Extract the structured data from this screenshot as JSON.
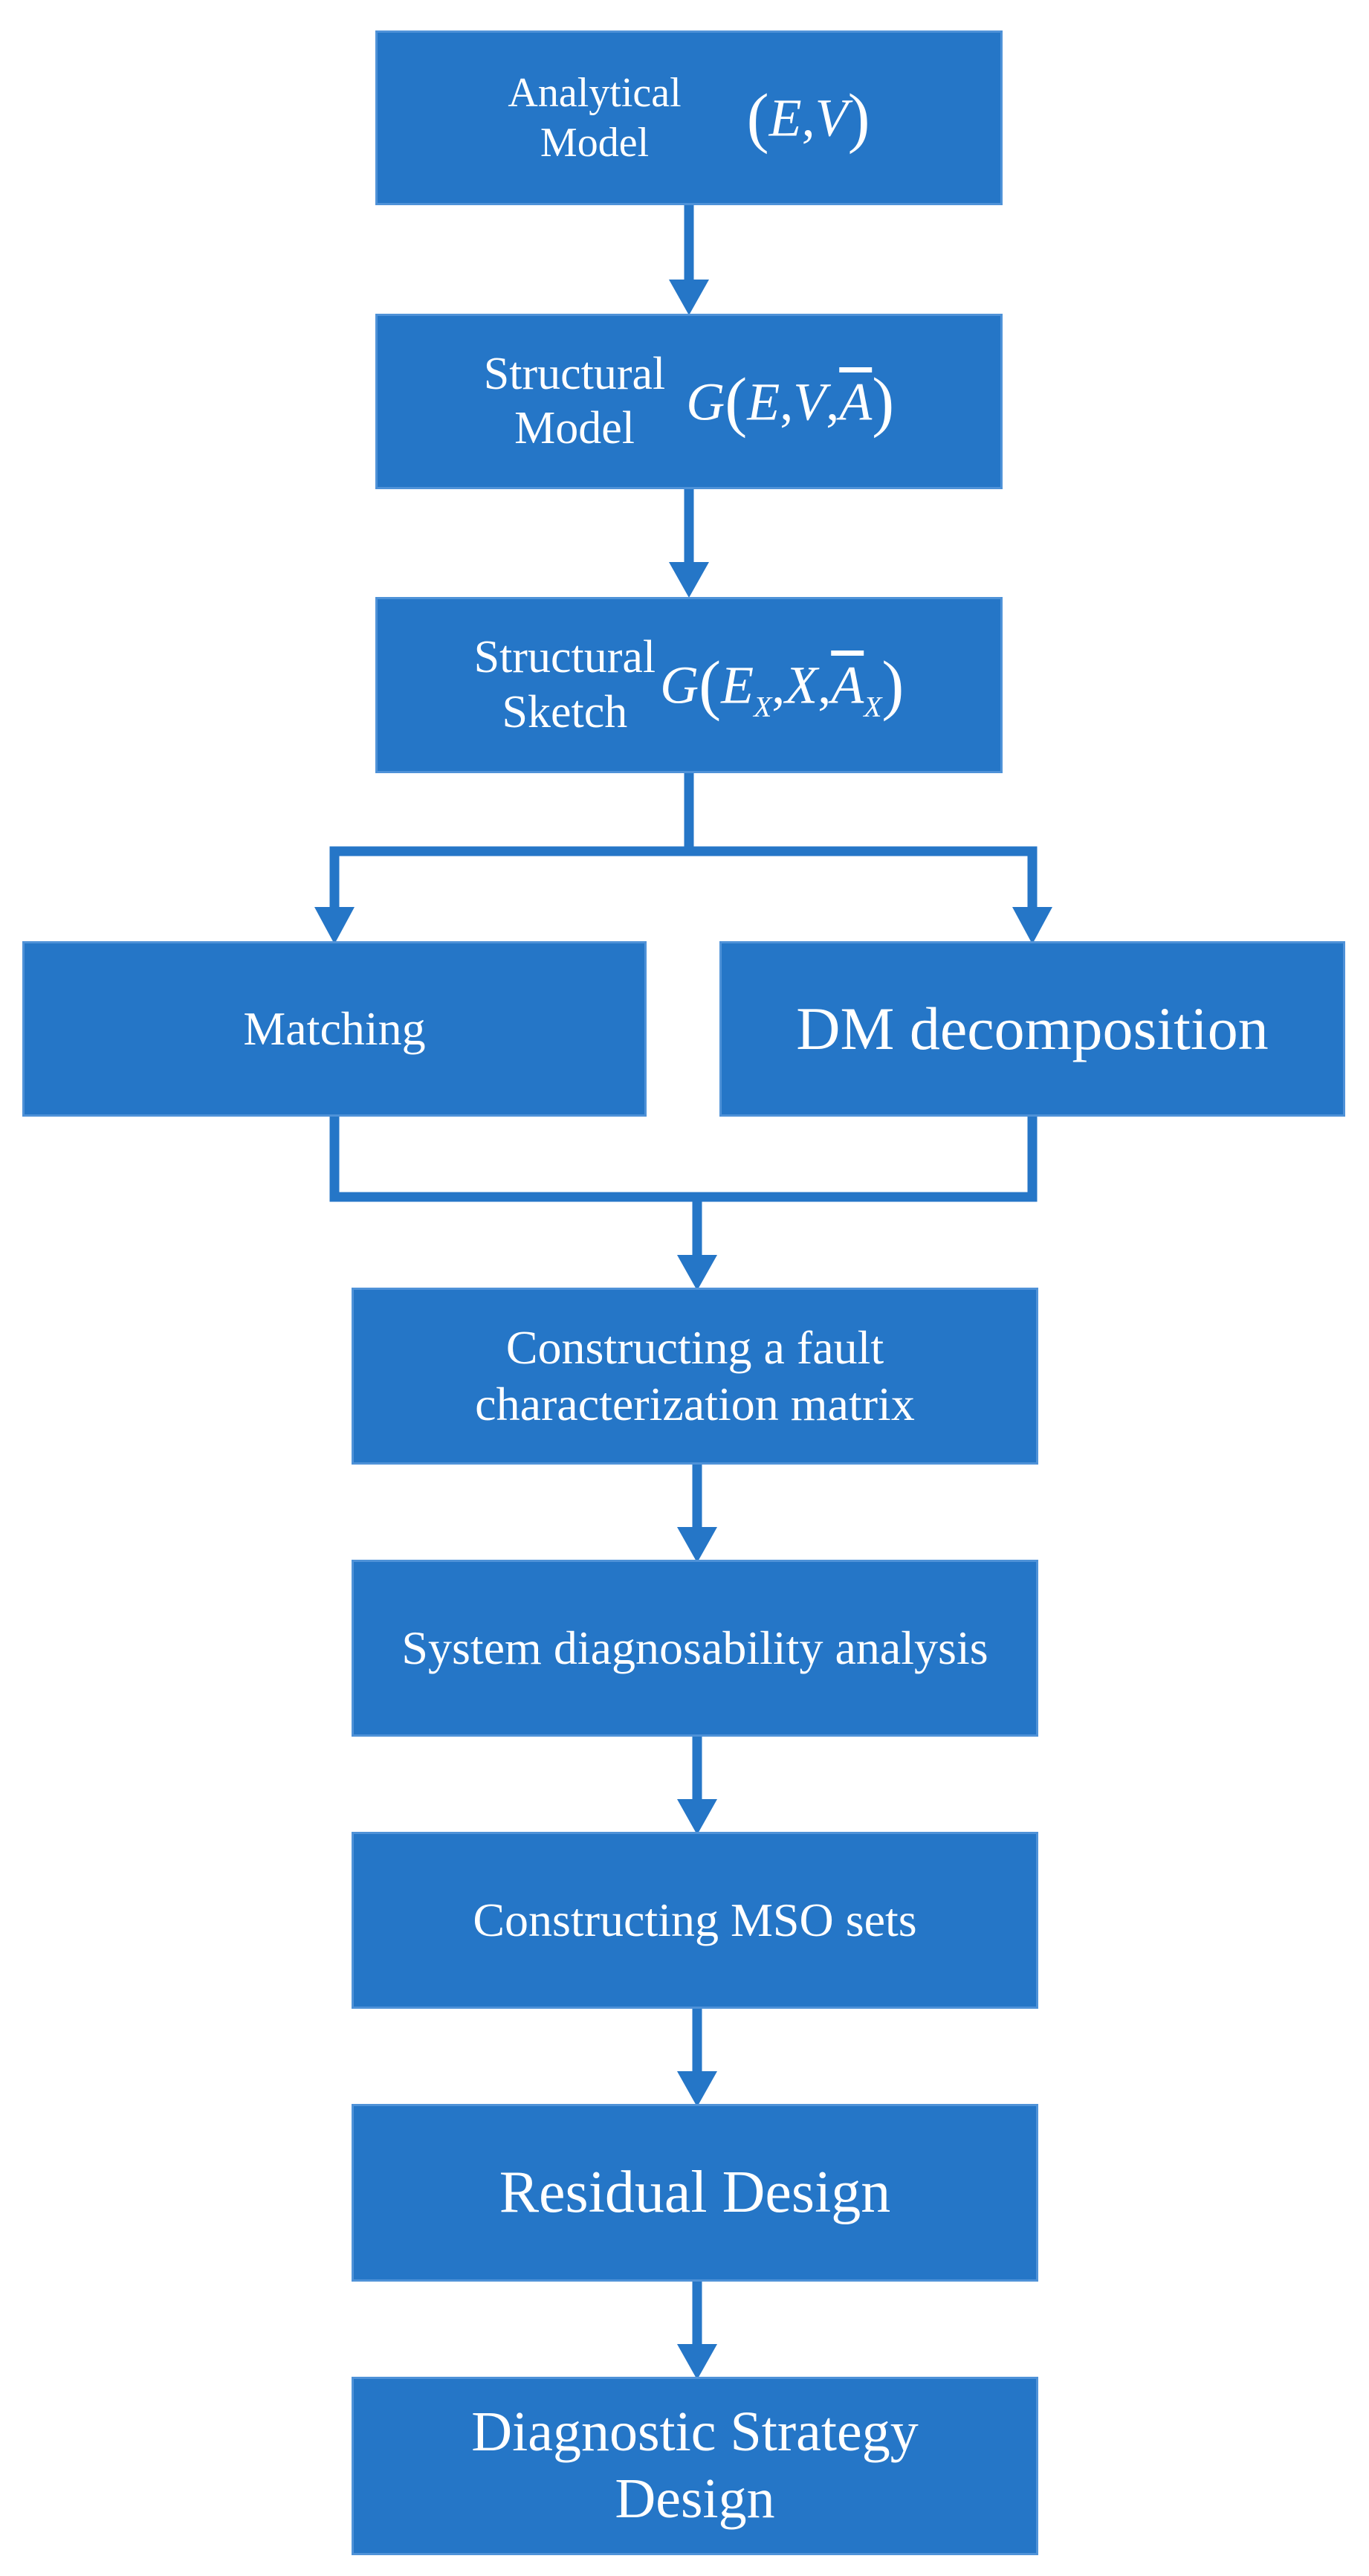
{
  "colors": {
    "box_fill": "#2576c7",
    "box_border": "#4f92d8",
    "text": "#ffffff",
    "connector": "#2576c7"
  },
  "nodes": {
    "analytical_model": {
      "label": "Analytical\nModel",
      "math": {
        "open": "(",
        "E": "E",
        "comma": ",",
        "V": "V",
        "close": ")"
      }
    },
    "structural_model": {
      "label": "Structural\nModel",
      "math": {
        "G": "G",
        "open": "(",
        "E": "E",
        "c1": ",",
        "V": "V",
        "c2": ",",
        "A": "A",
        "close": ")"
      }
    },
    "structural_sketch": {
      "label": "Structural\nSketch",
      "math": {
        "G": "G",
        "open": "(",
        "E": "E",
        "sub1": "X",
        "c1": ",",
        "X": "X",
        "c2": ",",
        "A": "A",
        "sub2": "X",
        "close": ")"
      }
    },
    "matching": {
      "label": "Matching"
    },
    "dm_decomposition": {
      "label": "DM decomposition"
    },
    "fault_matrix": {
      "label": "Constructing a fault\ncharacterization matrix"
    },
    "diagnosability": {
      "label": "System diagnosability analysis"
    },
    "mso_sets": {
      "label": "Constructing MSO sets"
    },
    "residual_design": {
      "label": "Residual Design"
    },
    "strategy_design": {
      "label": "Diagnostic Strategy\nDesign"
    }
  }
}
